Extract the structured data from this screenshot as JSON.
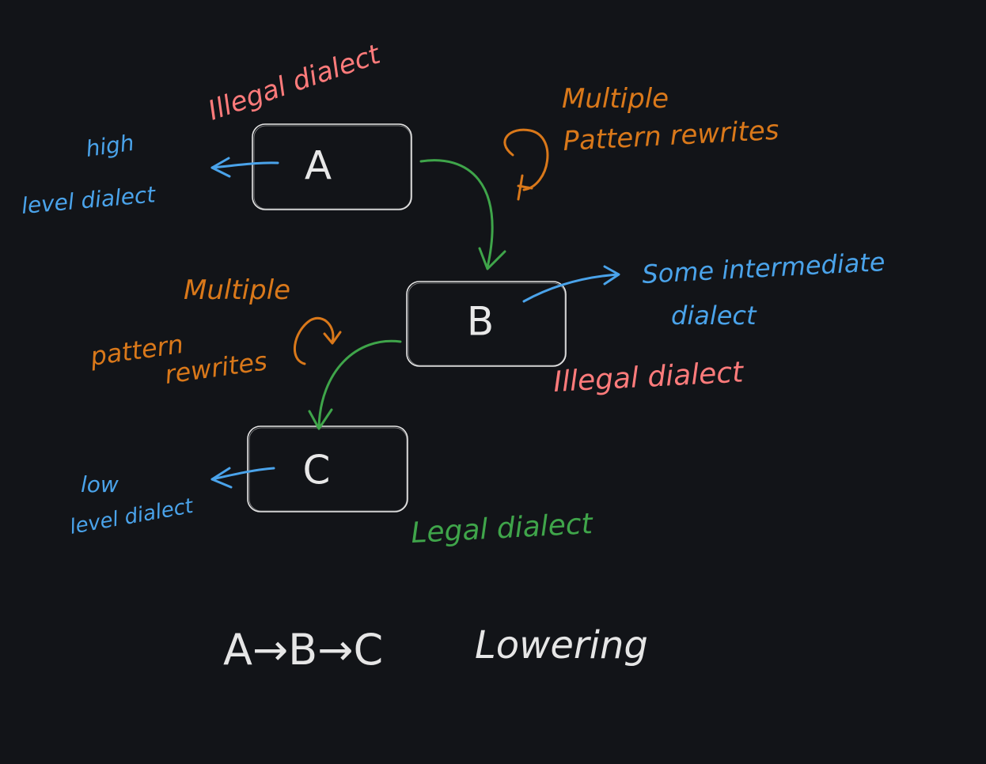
{
  "nodes": {
    "a": {
      "label": "A"
    },
    "b": {
      "label": "B"
    },
    "c": {
      "label": "C"
    }
  },
  "annotations": {
    "illegal_a": "Illegal dialect",
    "high_level_1": "high",
    "high_level_2": "level dialect",
    "multiple_top_1": "Multiple",
    "multiple_top_2": "Pattern rewrites",
    "multiple_left_1": "Multiple",
    "multiple_left_2": "pattern",
    "multiple_left_3": "rewrites",
    "intermediate_1": "Some intermediate",
    "intermediate_2": "dialect",
    "illegal_b": "Illegal dialect",
    "low_level_1": "low",
    "low_level_2": "level dialect",
    "legal_c": "Legal dialect",
    "lowering_seq": "A→B→C",
    "lowering_word": "Lowering"
  },
  "colors": {
    "background": "#121418",
    "box_stroke": "#e6e6e6",
    "illegal": "#ff7b7b",
    "rewrites": "#d9781a",
    "dialect_level": "#4aa3ea",
    "transform": "#3fa54a",
    "caption": "#e6e6e6"
  }
}
